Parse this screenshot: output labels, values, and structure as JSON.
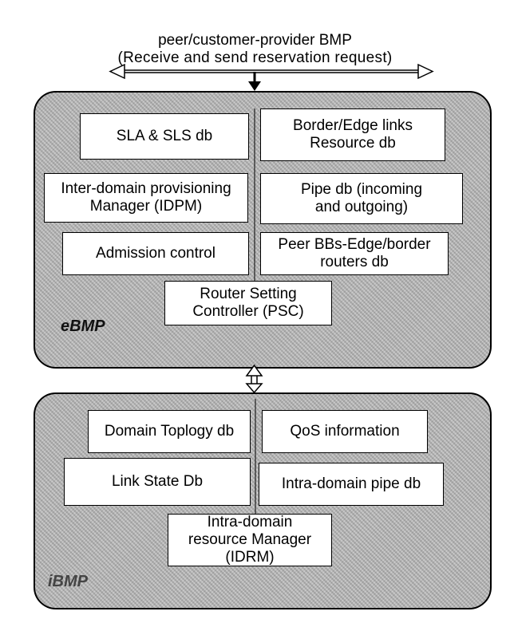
{
  "header": {
    "line1": "peer/customer-provider BMP",
    "line2": "(Receive and send reservation request)"
  },
  "ebmp": {
    "label": "eBMP",
    "boxes": {
      "sla_sls_db": [
        "SLA & SLS db"
      ],
      "border_edge_links": [
        "Border/Edge links",
        "Resource db"
      ],
      "idpm": [
        "Inter-domain provisioning",
        "Manager (IDPM)"
      ],
      "pipe_db": [
        "Pipe db (incoming",
        "and outgoing)"
      ],
      "admission_control": [
        "Admission control"
      ],
      "peer_bbs": [
        "Peer BBs-Edge/border",
        "routers db"
      ],
      "psc": [
        "Router Setting",
        "Controller (PSC)"
      ]
    }
  },
  "ibmp": {
    "label": "iBMP",
    "boxes": {
      "domain_topology": [
        "Domain Toplogy db"
      ],
      "qos_info": [
        "QoS information"
      ],
      "link_state": [
        "Link State Db"
      ],
      "intra_pipe": [
        "Intra-domain pipe db"
      ],
      "idrm": [
        "Intra-domain",
        "resource Manager",
        "(IDRM)"
      ]
    }
  },
  "colors": {
    "panel": "#b9b9b9",
    "box": "#ffffff",
    "stroke": "#000000"
  }
}
